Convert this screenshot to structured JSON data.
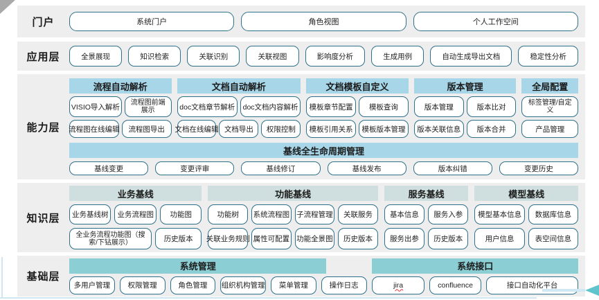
{
  "portal": {
    "label": "门户",
    "items": [
      "系统门户",
      "角色视图",
      "个人工作空间"
    ]
  },
  "application": {
    "label": "应用层",
    "items": [
      "全景展现",
      "知识检索",
      "关联识别",
      "关联视图",
      "影响度分析",
      "生成用例",
      "自动生成导出文档",
      "稳定性分析"
    ]
  },
  "capability": {
    "label": "能力层",
    "groups": [
      {
        "title": "流程自动解析",
        "row1": [
          "VISIO导入解析",
          "流程图前端展示"
        ],
        "row2": [
          "流程图在线编辑",
          "流程图导出"
        ]
      },
      {
        "title": "文档自动解析",
        "row1": [
          "doc文档章节解析",
          "doc文档内容解析"
        ],
        "row2": [
          "文档在线编辑",
          "文档导出",
          "权限控制"
        ]
      },
      {
        "title": "文档模板自定义",
        "row1": [
          "模板章节配置",
          "模板查询"
        ],
        "row2": [
          "模板引用关系",
          "模板版本管理"
        ]
      },
      {
        "title": "版本管理",
        "row1": [
          "版本管理",
          "版本比对"
        ],
        "row2": [
          "版本关联信息",
          "版本合并"
        ]
      },
      {
        "title": "全局配置",
        "row1": [
          "标签管理/自定义"
        ],
        "row2": [
          "产品管理"
        ]
      }
    ],
    "baseline": {
      "title": "基线全生命周期管理",
      "items": [
        "基线变更",
        "变更评审",
        "基线修订",
        "基线发布",
        "版本纠错",
        "变更历史"
      ]
    }
  },
  "knowledge": {
    "label": "知识层",
    "groups": [
      {
        "title": "业务基线",
        "row1": [
          "业务基线树",
          "业务流程图",
          "功能图"
        ],
        "row2": [
          "全业务流程功能图（搜索/下钻展示）",
          "历史版本"
        ]
      },
      {
        "title": "功能基线",
        "row1": [
          "功能树",
          "系统流程图",
          "子流程管理",
          "关联服务"
        ],
        "row2": [
          "关联业务规则",
          "属性可配置",
          "功能全景图",
          "历史版本"
        ]
      },
      {
        "title": "服务基线",
        "row1": [
          "基本信息",
          "服务入参"
        ],
        "row2": [
          "服务出参",
          "历史版本"
        ]
      },
      {
        "title": "模型基线",
        "row1": [
          "模型基本信息",
          "数据库信息"
        ],
        "row2": [
          "用户信息",
          "表空间信息"
        ]
      }
    ]
  },
  "foundation": {
    "label": "基础层",
    "groups": [
      {
        "title": "系统管理",
        "items": [
          "多用户管理",
          "权限管理",
          "角色管理",
          "组织机构管理",
          "菜单管理",
          "操作日志"
        ]
      },
      {
        "title": "系统接口",
        "items": [
          "jira",
          "confluence",
          "接口自动化平台"
        ]
      }
    ]
  },
  "colors": {
    "band_bg": "#eeeeee",
    "header_blue": "#a6d6e8",
    "header_pale_teal": "#cfdfdf",
    "header_teal": "#8bcfd4",
    "box_border": "#2d7089",
    "arrow_teal": "#5fc4cb",
    "frame_light_blue": "#cfe6f3"
  }
}
